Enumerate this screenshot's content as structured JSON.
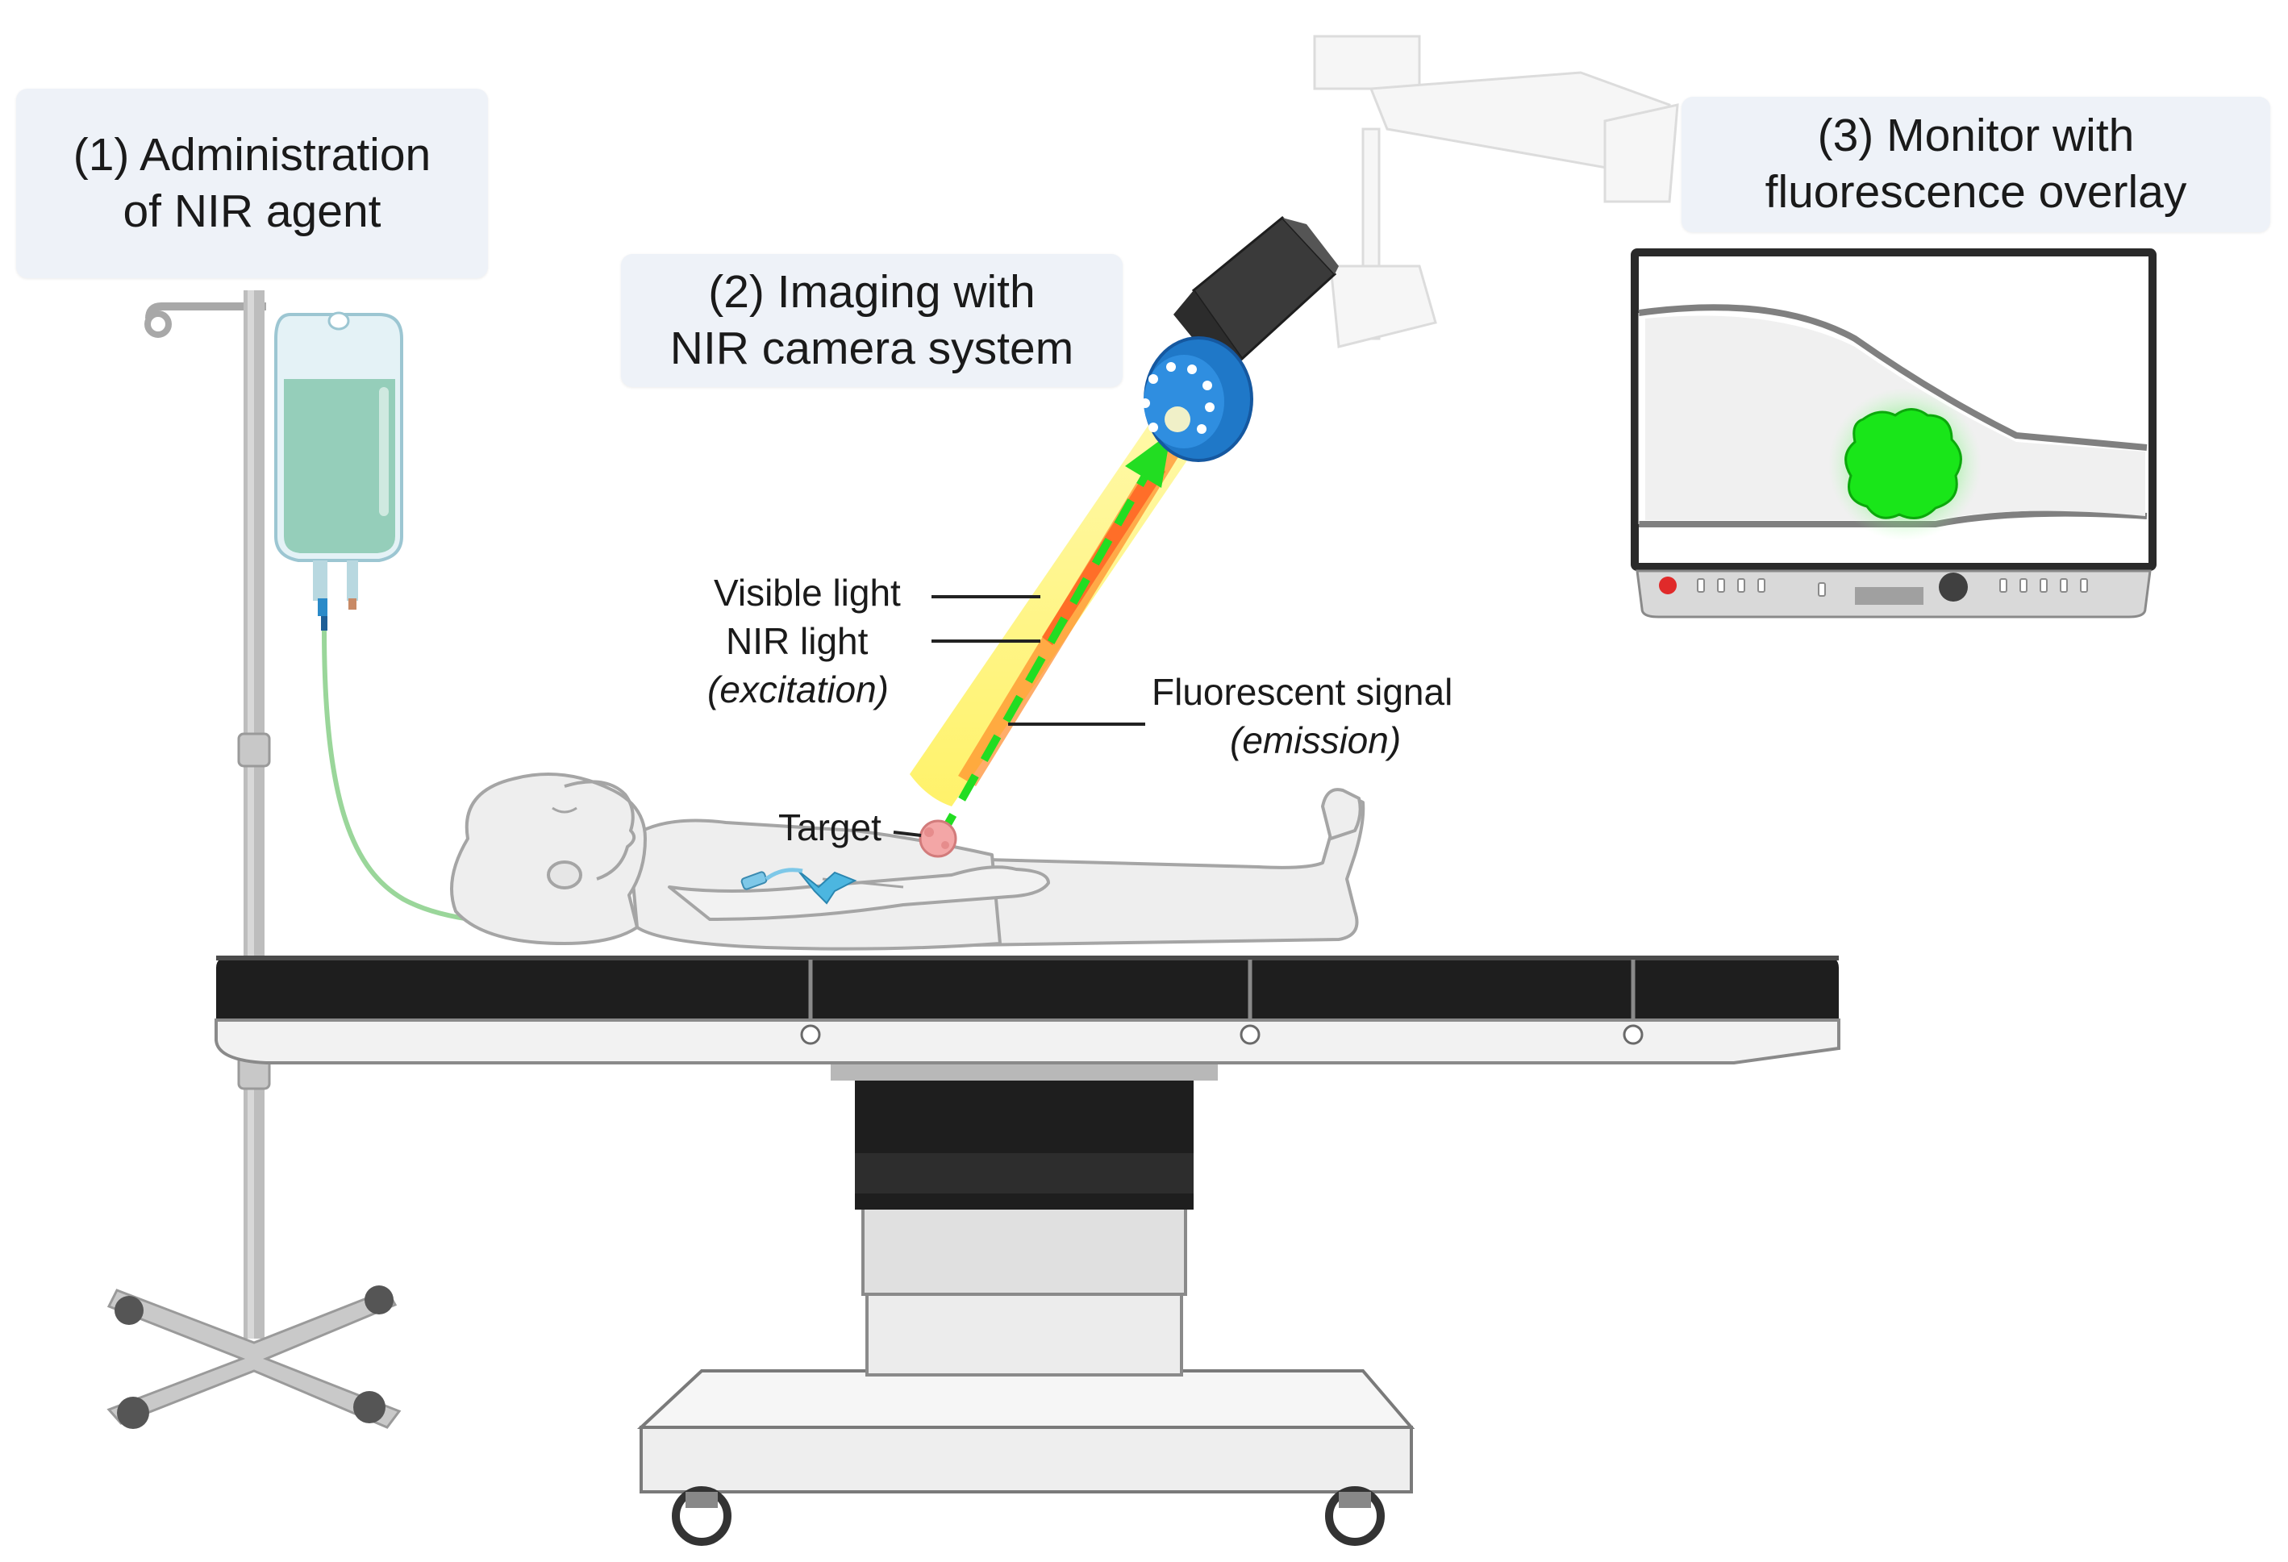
{
  "steps": {
    "step1": {
      "line1": "(1) Administration",
      "line2": "of NIR agent"
    },
    "step2": {
      "line1": "(2) Imaging with",
      "line2": "NIR camera system"
    },
    "step3": {
      "line1": "(3)  Monitor with",
      "line2": "fluorescence overlay"
    }
  },
  "labels": {
    "visible_light": "Visible light",
    "nir_light": "NIR light",
    "excitation": "(excitation)",
    "fluorescent_signal": "Fluorescent signal",
    "emission": "(emission)",
    "target": "Target"
  },
  "colors": {
    "box_bg": "#eef2f8",
    "visible_light": "#fff35a",
    "nir_light": "#ff5a1e",
    "emission": "#22dd22",
    "fluorescence": "#19e619",
    "camera_ring": "#1f78c8",
    "table_pad": "#1e1e1e",
    "iv_fluid": "#8ccab4"
  }
}
